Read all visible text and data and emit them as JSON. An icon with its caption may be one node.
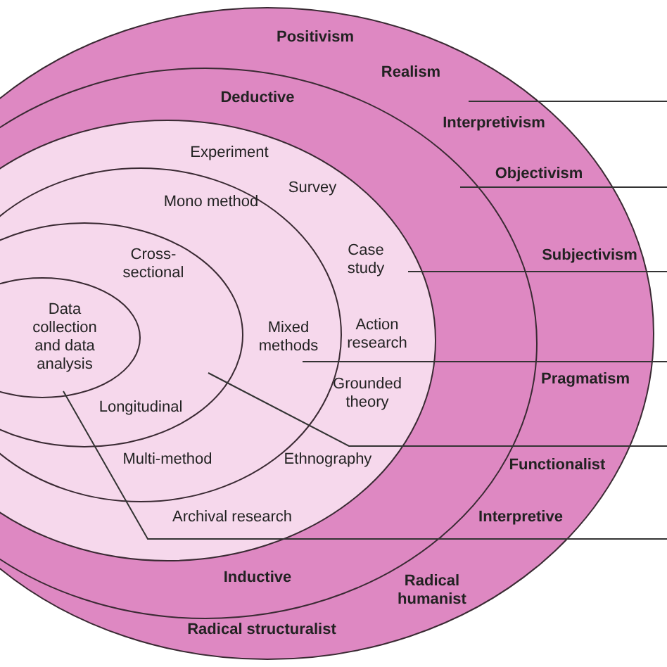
{
  "diagram": {
    "nodes": [
      {
        "text": [
          "Positivism",
          "Realism",
          "Interpretivism",
          "Objectivism",
          "Subjectivism",
          "Pragmatism",
          "Functionalist",
          "Interpretive",
          "Radical humanist",
          "Radical structuralist"
        ]
      },
      {
        "text": [
          "Deductive",
          "Inductive"
        ],
        "in": 0
      },
      {
        "text": [
          "Experiment",
          "Survey",
          "Case study",
          "Action research",
          "Grounded theory",
          "Ethnography",
          "Archival research"
        ],
        "in": 1
      },
      {
        "text": [
          "Mono method",
          "Mixed methods",
          "Multi-method"
        ],
        "in": 2
      },
      {
        "text": [
          "Cross-sectional",
          "Longitudinal"
        ],
        "in": 3
      },
      {
        "text": [
          "Data collection and data analysis"
        ],
        "in": 4
      }
    ]
  }
}
